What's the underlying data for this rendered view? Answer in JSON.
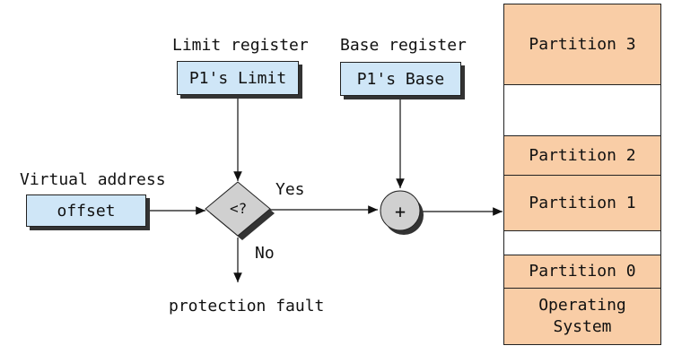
{
  "limit_register": {
    "label": "Limit register",
    "value": "P1's Limit"
  },
  "base_register": {
    "label": "Base register",
    "value": "P1's Base"
  },
  "virtual_address": {
    "label": "Virtual address",
    "value": "offset"
  },
  "comparator": {
    "symbol": "<?"
  },
  "adder": {
    "symbol": "+"
  },
  "branches": {
    "yes": "Yes",
    "no": "No"
  },
  "fault": "protection fault",
  "memory": [
    {
      "label": "Partition 3",
      "free": false
    },
    {
      "label": "",
      "free": true
    },
    {
      "label": "Partition 2",
      "free": false
    },
    {
      "label": "Partition 1",
      "free": false
    },
    {
      "label": "",
      "free": true
    },
    {
      "label": "Partition 0",
      "free": false
    },
    {
      "label": "Operating System",
      "free": false
    }
  ],
  "colors": {
    "register_fill": "#cfe6f7",
    "partition_fill": "#f9cda6",
    "comparator_fill": "#d0d0d0"
  }
}
